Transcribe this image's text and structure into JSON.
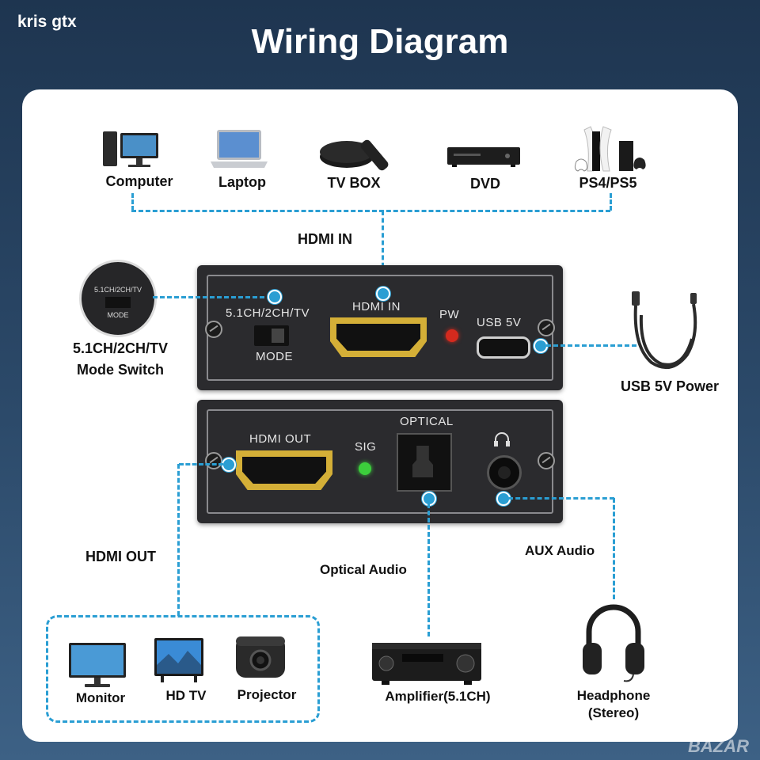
{
  "brand": "kris gtx",
  "title": "Wiring Diagram",
  "watermark": "BAZAR",
  "sources": [
    {
      "label": "Computer",
      "icon": "computer-icon"
    },
    {
      "label": "Laptop",
      "icon": "laptop-icon"
    },
    {
      "label": "TV BOX",
      "icon": "tv-box-icon"
    },
    {
      "label": "DVD",
      "icon": "dvd-player-icon"
    },
    {
      "label": "PS4/PS5",
      "icon": "game-console-icon"
    }
  ],
  "connections": {
    "hdmi_in": "HDMI IN",
    "hdmi_out": "HDMI OUT",
    "optical_audio": "Optical Audio",
    "aux_audio": "AUX Audio",
    "usb_power": "USB 5V Power",
    "mode_switch_line1": "5.1CH/2CH/TV",
    "mode_switch_line2": "Mode Switch"
  },
  "device_top": {
    "switch_label": "5.1CH/2CH/TV",
    "mode_label": "MODE",
    "hdmi_in": "HDMI IN",
    "pw": "PW",
    "usb": "USB 5V"
  },
  "device_bottom": {
    "hdmi_out": "HDMI OUT",
    "sig": "SIG",
    "optical": "OPTICAL"
  },
  "zoom_inset": {
    "switch_label": "5.1CH/2CH/TV",
    "mode_label": "MODE"
  },
  "displays": [
    {
      "label": "Monitor",
      "icon": "monitor-icon"
    },
    {
      "label": "HD TV",
      "icon": "hdtv-icon"
    },
    {
      "label": "Projector",
      "icon": "projector-icon"
    }
  ],
  "amplifier": {
    "label": "Amplifier(5.1CH)",
    "icon": "amplifier-icon"
  },
  "headphone": {
    "label_line1": "Headphone",
    "label_line2": "(Stereo)",
    "icon": "headphone-icon"
  },
  "colors": {
    "accent": "#2a9ed3",
    "led_power": "#d42a1e",
    "led_signal": "#3ccf3c",
    "hdmi_gold": "#d4af37"
  }
}
